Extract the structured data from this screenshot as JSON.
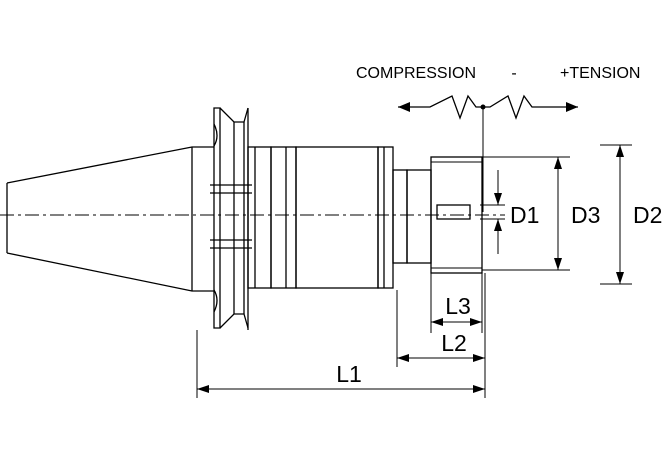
{
  "annotation": {
    "compression": "COMPRESSION",
    "separator": "-",
    "tension": "+TENSION"
  },
  "dimensions": {
    "d1": "D1",
    "d2": "D2",
    "d3": "D3",
    "l1": "L1",
    "l2": "L2",
    "l3": "L3"
  }
}
